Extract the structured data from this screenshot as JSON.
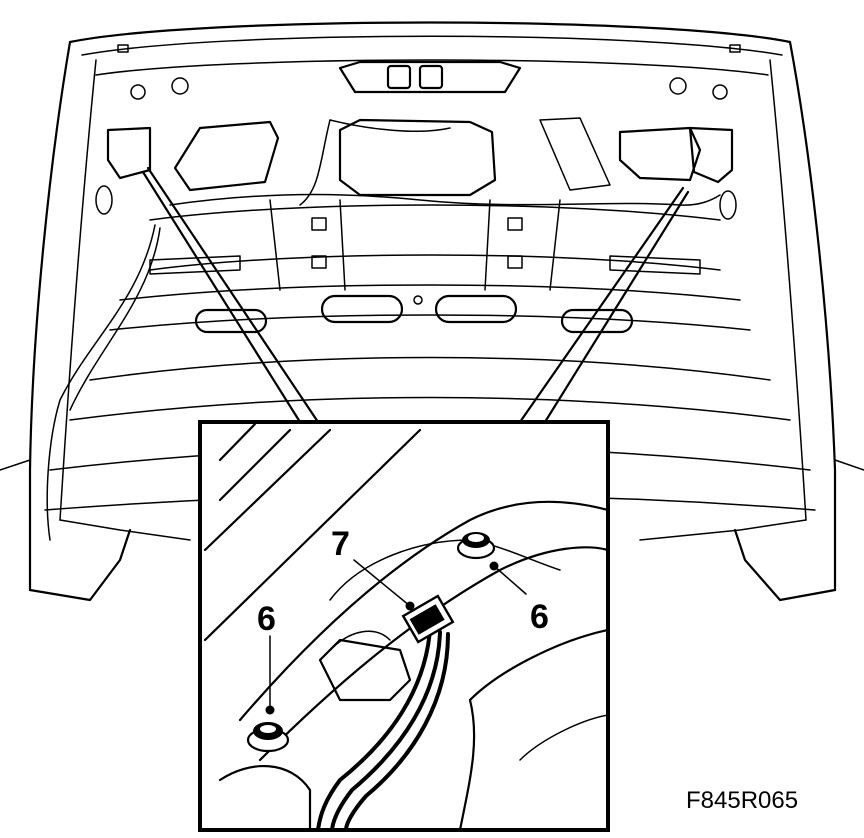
{
  "figure_code": "F845R065",
  "callouts": [
    {
      "id": "callout-7",
      "label": "7"
    },
    {
      "id": "callout-6-left",
      "label": "6"
    },
    {
      "id": "callout-6-right",
      "label": "6"
    }
  ],
  "colors": {
    "ink": "#000000",
    "paper": "#ffffff"
  }
}
